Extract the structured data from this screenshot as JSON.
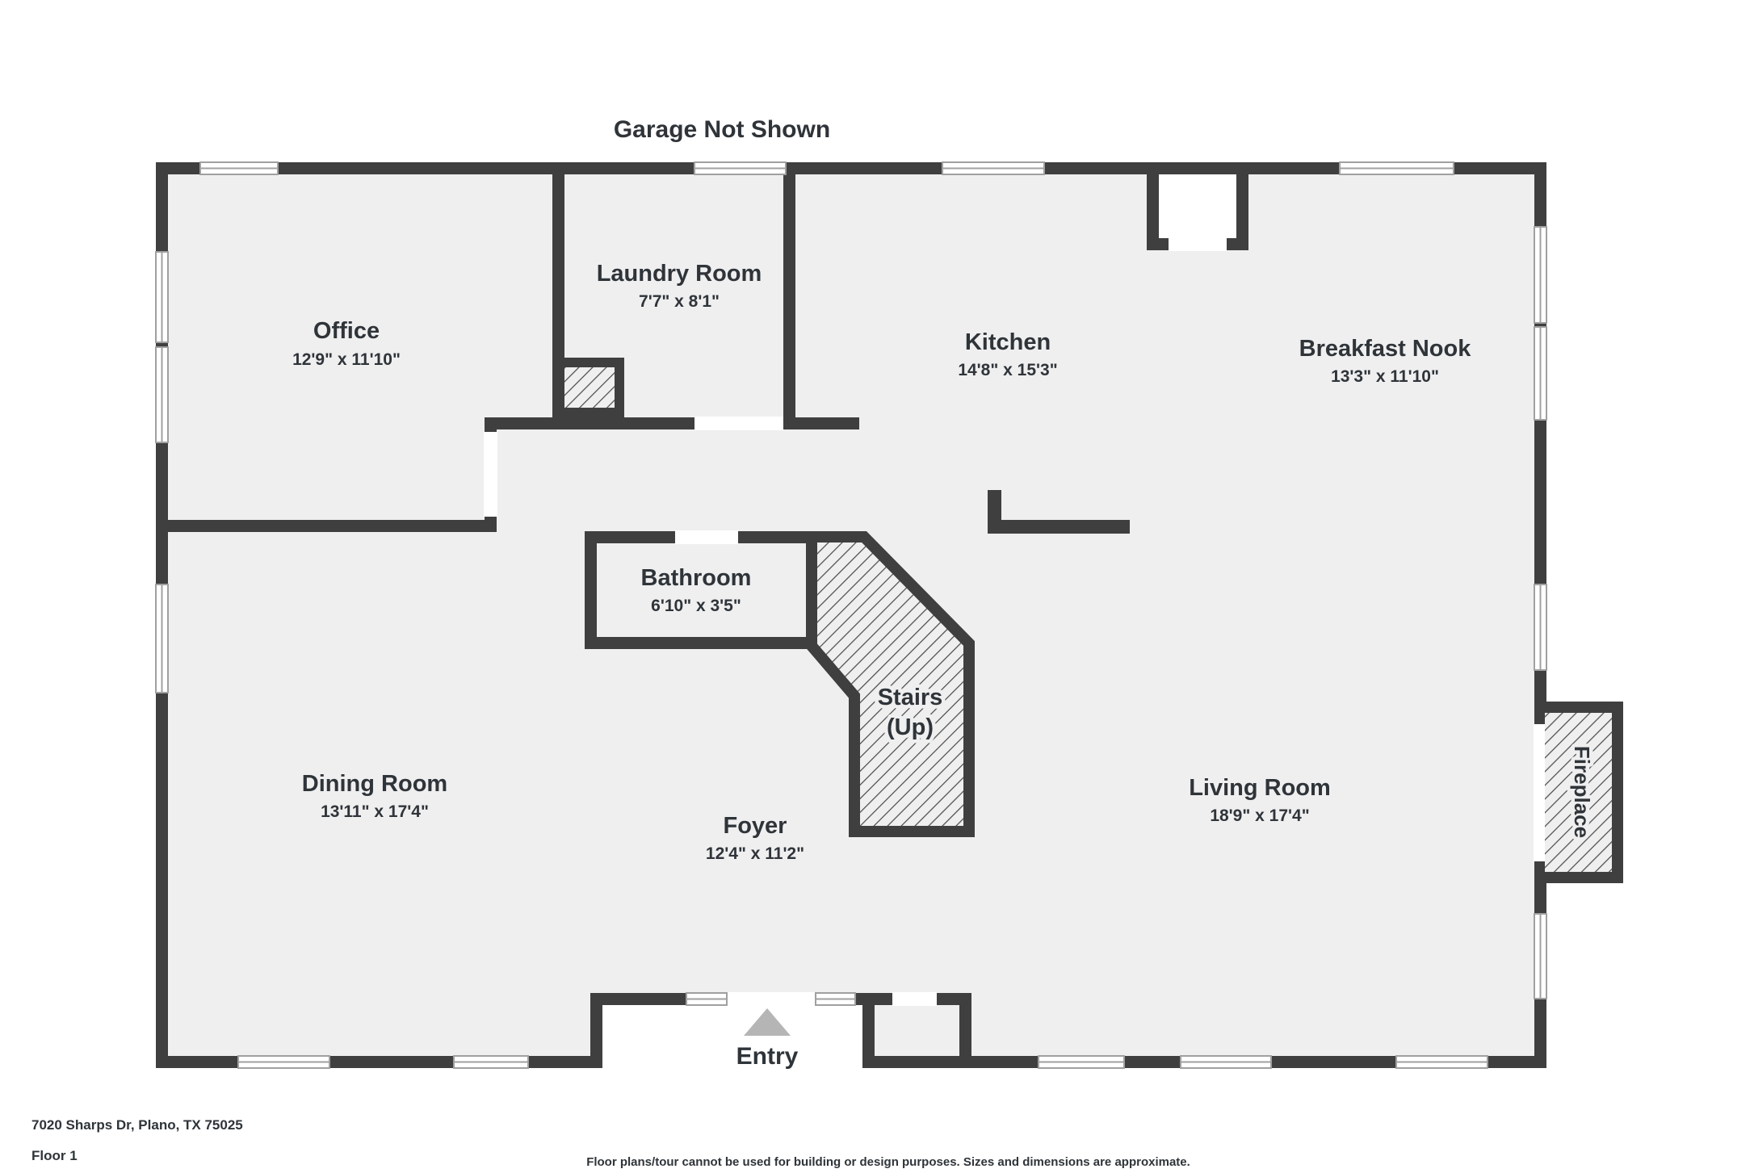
{
  "title": "Garage Not Shown",
  "rooms": {
    "office": {
      "name": "Office",
      "dims": "12'9\" x 11'10\""
    },
    "laundry": {
      "name": "Laundry Room",
      "dims": "7'7\" x 8'1\""
    },
    "kitchen": {
      "name": "Kitchen",
      "dims": "14'8\" x 15'3\""
    },
    "breakfast": {
      "name": "Breakfast Nook",
      "dims": "13'3\" x 11'10\""
    },
    "bathroom": {
      "name": "Bathroom",
      "dims": "6'10\" x 3'5\""
    },
    "dining": {
      "name": "Dining Room",
      "dims": "13'11\" x 17'4\""
    },
    "foyer": {
      "name": "Foyer",
      "dims": "12'4\" x 11'2\""
    },
    "living": {
      "name": "Living Room",
      "dims": "18'9\" x 17'4\""
    }
  },
  "labels": {
    "stairs_line1": "Stairs",
    "stairs_line2": "(Up)",
    "fireplace": "Fireplace",
    "entry": "Entry"
  },
  "footer": {
    "address": "7020 Sharps Dr, Plano, TX 75025",
    "floor": "Floor 1",
    "disclaimer": "Floor plans/tour cannot be used for building or design purposes. Sizes and dimensions are approximate."
  },
  "colors": {
    "wall": "#3f3f3f",
    "floor": "#efeff0",
    "text": "#2f3439",
    "window_line": "#a0a0a0",
    "entry_arrow": "#b5b5b5"
  }
}
